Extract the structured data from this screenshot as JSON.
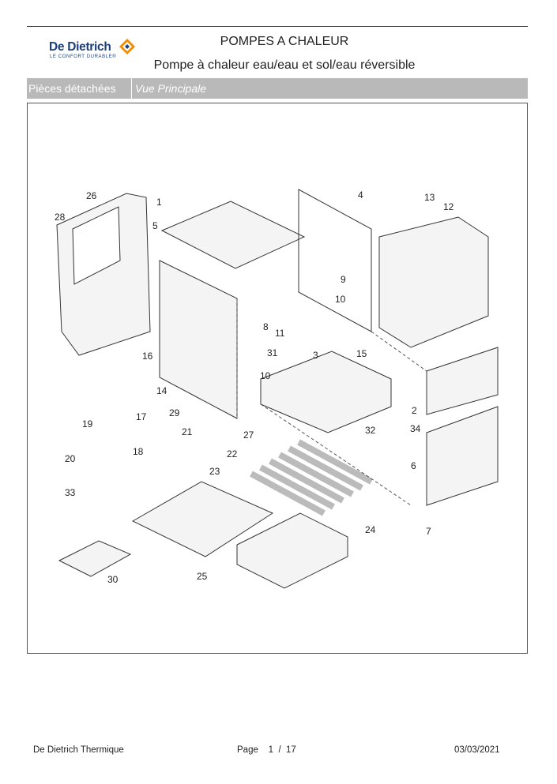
{
  "brand": {
    "name": "De Dietrich",
    "tagline": "LE CONFORT DURABLE®"
  },
  "header": {
    "title": "POMPES A CHALEUR",
    "subtitle": "Pompe à chaleur eau/eau et sol/eau réversible"
  },
  "section": {
    "left": "Pièces détachées",
    "right": "Vue Principale"
  },
  "diagram": {
    "part_numbers": [
      "1",
      "2",
      "3",
      "4",
      "5",
      "6",
      "7",
      "8",
      "9",
      "10",
      "10",
      "11",
      "12",
      "13",
      "14",
      "15",
      "16",
      "17",
      "18",
      "19",
      "20",
      "21",
      "22",
      "23",
      "24",
      "25",
      "26",
      "27",
      "28",
      "29",
      "30",
      "31",
      "32",
      "33",
      "34"
    ]
  },
  "footer": {
    "company": "De Dietrich Thermique",
    "page_label": "Page",
    "page_current": "1",
    "page_sep": "/",
    "page_total": "17",
    "date": "03/03/2021"
  },
  "colors": {
    "brand_blue": "#1b3f7a",
    "header_bar": "#b9b9b9"
  }
}
